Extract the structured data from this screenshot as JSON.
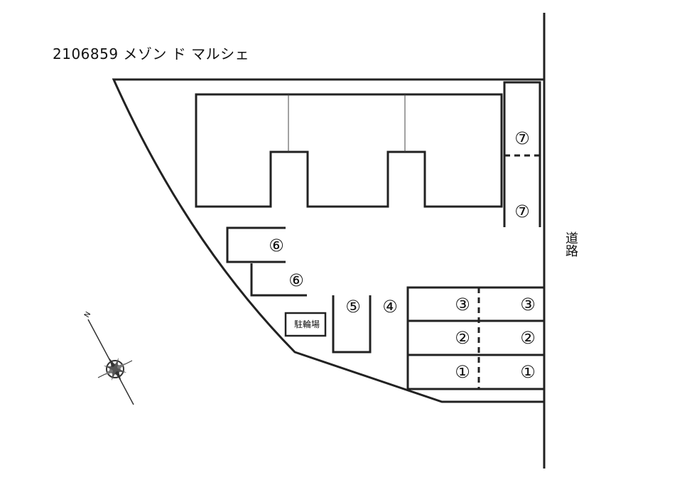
{
  "title": "2106859 メゾン ド マルシェ",
  "road_label": "道路",
  "bike_parking_label": "駐輪場",
  "parking_slots": [
    {
      "id": "slot-7-upper",
      "label": "⑦"
    },
    {
      "id": "slot-7-lower",
      "label": "⑦"
    },
    {
      "id": "slot-6-upper",
      "label": "⑥"
    },
    {
      "id": "slot-6-lower",
      "label": "⑥"
    },
    {
      "id": "slot-5",
      "label": "⑤"
    },
    {
      "id": "slot-4",
      "label": "④"
    },
    {
      "id": "slot-3-left",
      "label": "③"
    },
    {
      "id": "slot-3-right",
      "label": "③"
    },
    {
      "id": "slot-2-left",
      "label": "②"
    },
    {
      "id": "slot-2-right",
      "label": "②"
    },
    {
      "id": "slot-1-left",
      "label": "①"
    },
    {
      "id": "slot-1-right",
      "label": "①"
    }
  ],
  "compass": {
    "label": "N"
  }
}
